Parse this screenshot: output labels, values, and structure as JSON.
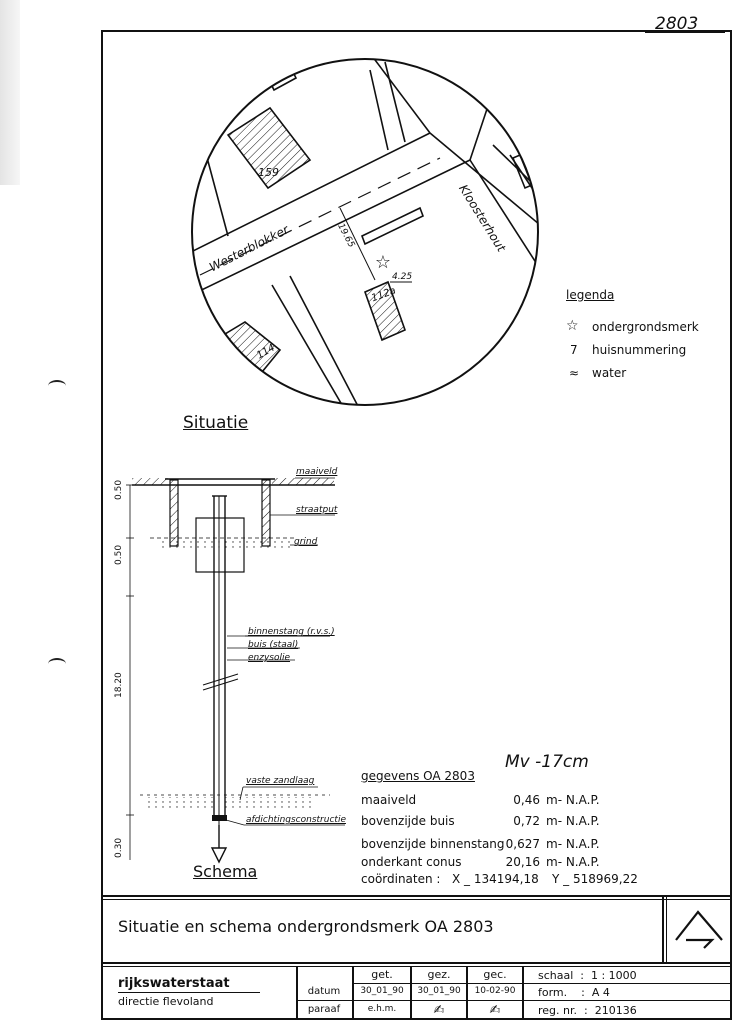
{
  "page": {
    "number": "2803"
  },
  "situatie": {
    "title": "Situatie",
    "streets": [
      "Westerblokker",
      "Kloosterhout"
    ],
    "house_numbers": [
      "159",
      "112a",
      "114"
    ],
    "dimensions": [
      "19.65",
      "4.25"
    ]
  },
  "legend": {
    "title": "legenda",
    "items": [
      {
        "symbol": "☆",
        "icon": "star-icon",
        "label": "ondergrondsmerk"
      },
      {
        "symbol": "7",
        "icon": "house-number-icon",
        "label": "huisnummering"
      },
      {
        "symbol": "≈",
        "icon": "water-icon",
        "label": "water"
      }
    ]
  },
  "schema": {
    "title": "Schema",
    "labels": {
      "maaiveld": "maaiveld",
      "straatput": "straatput",
      "grind": "grind",
      "binnenstang": "binnenstang (r.v.s.)",
      "buis": "buis (staal)",
      "enzysolie": "enzysolie",
      "vaste_zandlaag": "vaste zandlaag",
      "afdichting": "afdichtingsconstructie"
    },
    "depths": [
      "0.50",
      "0.50",
      "18.20",
      "0.30"
    ]
  },
  "gegevens": {
    "handwritten_note": "Mv -17cm",
    "title": "gegevens  OA 2803",
    "rows": [
      {
        "label": "maaiveld",
        "value": "0,46",
        "unit": "m- N.A.P."
      },
      {
        "label": "bovenzijde  buis",
        "value": "0,72",
        "unit": "m- N.A.P."
      },
      {
        "label": "bovenzijde  binnenstang",
        "value": "0,627",
        "unit": "m- N.A.P."
      },
      {
        "label": "onderkant  conus",
        "value": "20,16",
        "unit": "m- N.A.P."
      }
    ],
    "coords_label": "coördinaten :",
    "x": "X _ 134194,18",
    "y": "Y _ 518969,22"
  },
  "titleblock": {
    "title": "Situatie  en  schema  ondergrondsmerk   OA 2803",
    "org": "rijkswaterstaat",
    "dept": "directie flevoland",
    "row_labels": [
      "datum",
      "paraaf"
    ],
    "cols": [
      {
        "head": "get.",
        "datum": "30_01_90",
        "paraaf": "e.h.m."
      },
      {
        "head": "gez.",
        "datum": "30_01_90",
        "paraaf": ""
      },
      {
        "head": "gec.",
        "datum": "10-02-90",
        "paraaf": ""
      }
    ],
    "schaal": "schaal  :  1 : 1000",
    "form": "form.    :  A 4",
    "reg": "reg. nr.  :  210136"
  }
}
